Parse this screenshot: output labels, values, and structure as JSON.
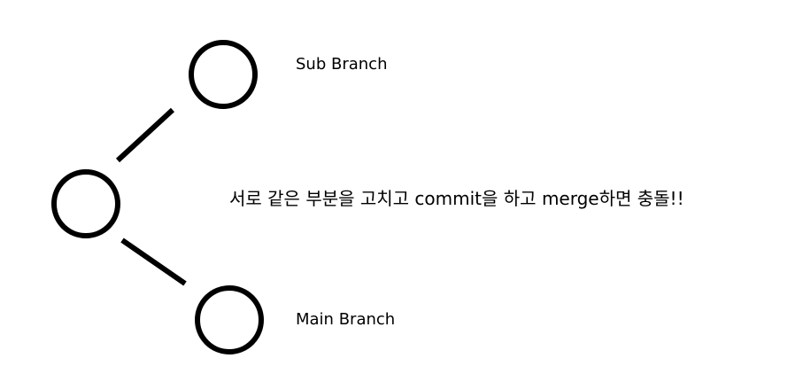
{
  "labels": {
    "sub_branch": "Sub Branch",
    "main_branch": "Main Branch",
    "note": "서로 같은 부분을 고치고 commit을 하고 merge하면 충돌!!"
  }
}
